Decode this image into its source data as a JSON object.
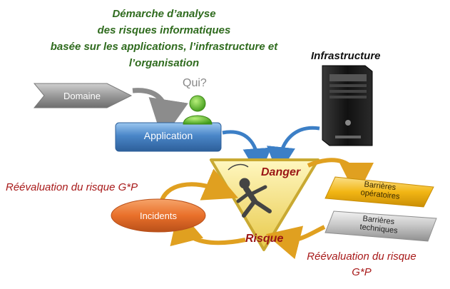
{
  "title": {
    "lines": [
      "Démarche d’analyse",
      "des risques informatiques",
      "basée sur les applications, l’infrastructure et",
      "l’organisation"
    ]
  },
  "nodes": {
    "domaine": "Domaine",
    "application": "Application",
    "qui": "Qui?",
    "infrastructure": "Infrastructure",
    "danger": "Danger",
    "risque": "Risque",
    "incidents": "Incidents",
    "barrieres_operatoires": [
      "Barrières",
      "opératoires"
    ],
    "barrieres_techniques": [
      "Barrières",
      "techniques"
    ]
  },
  "annotations": {
    "reevaluation_left": "Réévaluation du risque G*P",
    "reevaluation_right_line1": "Réévaluation du risque",
    "reevaluation_right_line2": "G*P"
  },
  "colors": {
    "title": "#2f6b1e",
    "reevaluation": "#a81a1a",
    "danger_text": "#9a1515",
    "application_box": "#4a86c8",
    "domaine_arrow": "#8c8c8c",
    "triangle": "#f0df6a",
    "incidents": "#e9702a",
    "barrieres_operatoires": "#f2b614",
    "barrieres_techniques": "#bdbdbd",
    "loop_arrows": "#e0a020",
    "blue_arrows": "#3c7fc6"
  },
  "icons": [
    "user-icon",
    "server-icon",
    "falling-person-icon"
  ]
}
